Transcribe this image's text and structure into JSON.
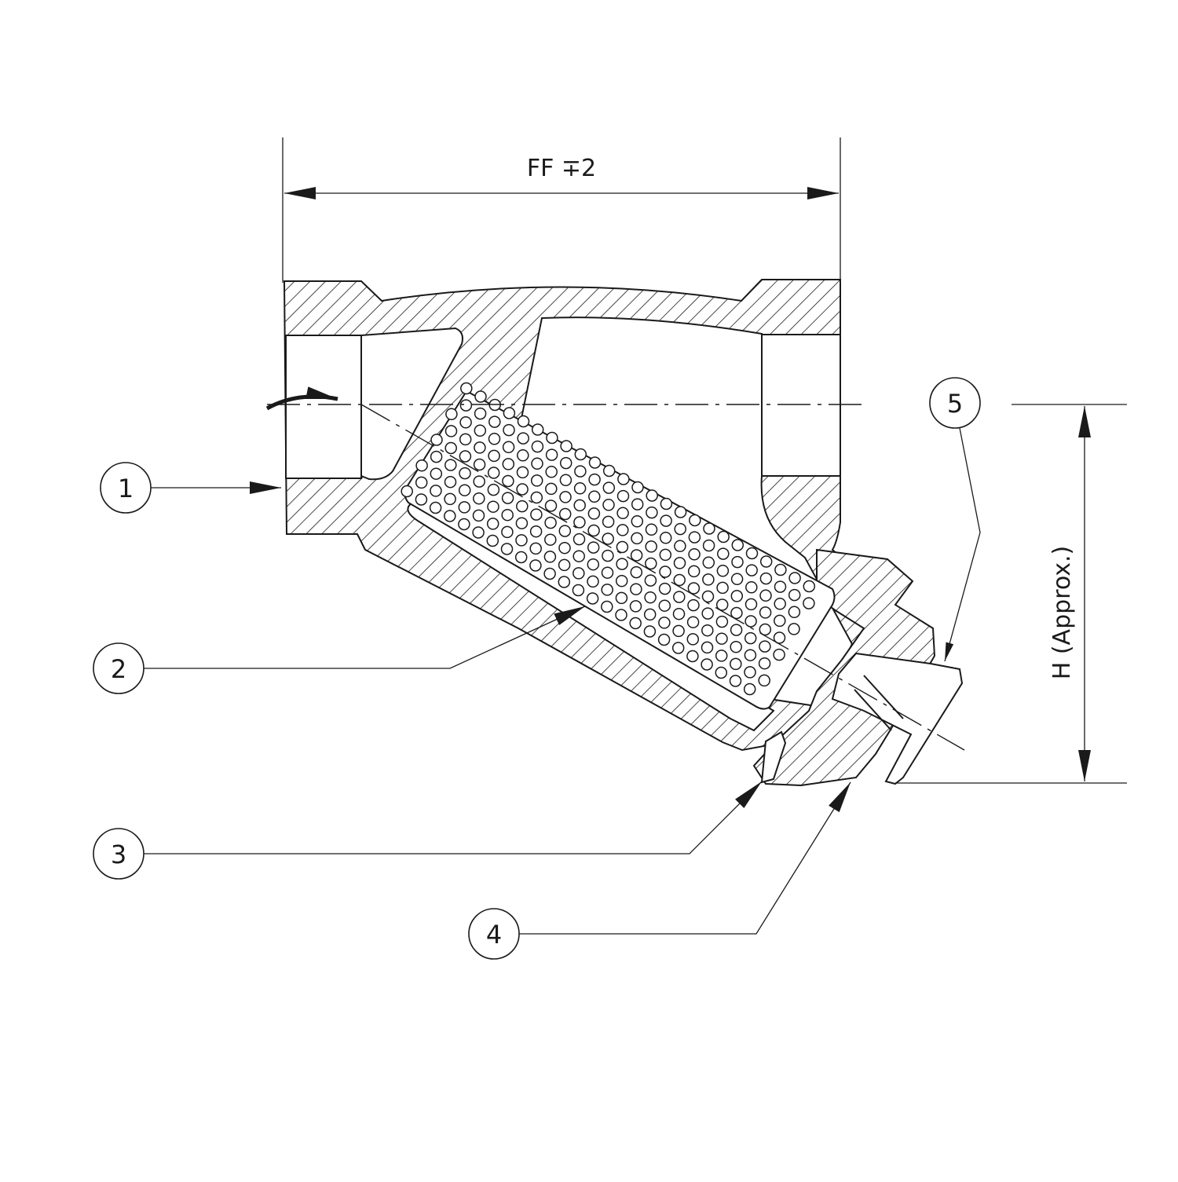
{
  "dimensions": {
    "face_to_face": "FF ∓2",
    "height": "H (Approx.)"
  },
  "balloons": [
    "1",
    "2",
    "3",
    "4",
    "5"
  ]
}
